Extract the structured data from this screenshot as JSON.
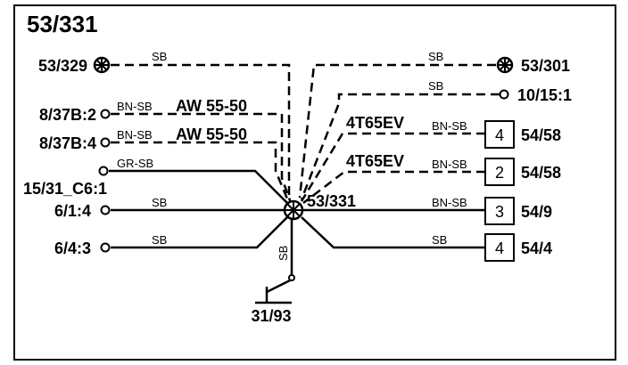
{
  "title": "53/331",
  "center_label": "53/331",
  "colors": {
    "line": "#000000",
    "background": "#ffffff"
  },
  "left_nodes": {
    "n53_329": "53/329",
    "n8_37b2": "8/37B:2",
    "n8_37b4": "8/37B:4",
    "n15_31": "15/31_C6:1",
    "n6_1_4": "6/1:4",
    "n6_4_3": "6/4:3"
  },
  "right_nodes": {
    "n53_301": "53/301",
    "n10_15_1": "10/15:1",
    "box1_num": "4",
    "box1_label": "54/58",
    "box2_num": "2",
    "box2_label": "54/58",
    "box3_num": "3",
    "box3_label": "54/9",
    "box4_num": "4",
    "box4_label": "54/4"
  },
  "ground_label": "31/93",
  "wire_labels": {
    "sb_top_left": "SB",
    "sb_top_right": "SB",
    "sb_10_15": "SB",
    "bnsb_1": "BN-SB",
    "bnsb_2": "BN-SB",
    "grsb": "GR-SB",
    "sb_6_1": "SB",
    "sb_6_4": "SB",
    "bnsb_r1": "BN-SB",
    "bnsb_r2": "BN-SB",
    "bnsb_r3": "BN-SB",
    "sb_r4": "SB",
    "sb_ground": "SB"
  },
  "annotations": {
    "aw1": "AW 55-50",
    "aw2": "AW 55-50",
    "ev1": "4T65EV",
    "ev2": "4T65EV"
  }
}
